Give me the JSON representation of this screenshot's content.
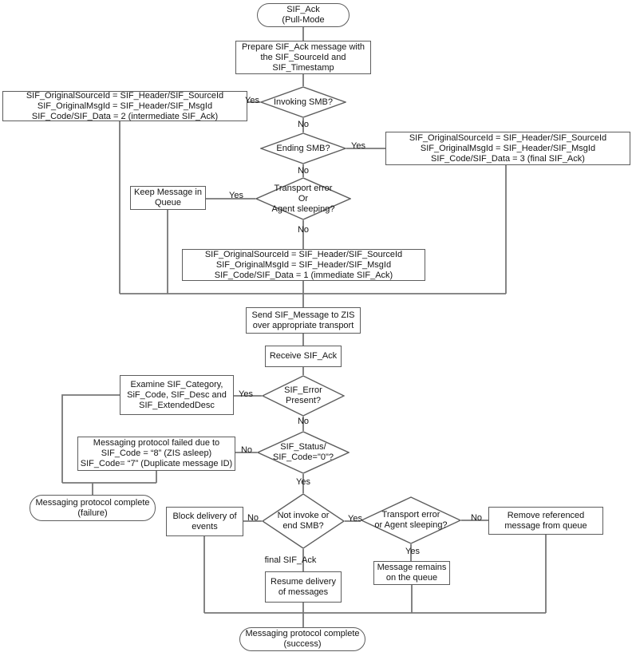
{
  "diagram_type": "flowchart",
  "colors": {
    "background": "#ffffff",
    "connector_line": "#777777",
    "shape_border": "#5d5d5d",
    "shape_fill": "#ffffff",
    "text": "#141414"
  },
  "labels": {
    "yes": "Yes",
    "no": "No",
    "final_ack": "final SIF_Ack"
  },
  "nodes": {
    "start": {
      "type": "terminator",
      "lines": [
        "SIF_Ack",
        "(Pull-Mode"
      ]
    },
    "prepare": {
      "type": "process",
      "lines": [
        "Prepare SIF_Ack message with",
        "the SIF_SourceId and",
        "SIF_Timestamp"
      ]
    },
    "invoking": {
      "type": "decision",
      "lines": [
        "Invoking SMB?"
      ]
    },
    "intermediate": {
      "type": "process",
      "lines": [
        "SIF_OriginalSourceId = SIF_Header/SIF_SourceId",
        "SIF_OriginalMsgId = SIF_Header/SIF_MsgId",
        "SIF_Code/SIF_Data = 2 (intermediate SIF_Ack)"
      ]
    },
    "ending": {
      "type": "decision",
      "lines": [
        "Ending SMB?"
      ]
    },
    "final": {
      "type": "process",
      "lines": [
        "SIF_OriginalSourceId = SIF_Header/SIF_SourceId",
        "SIF_OriginalMsgId = SIF_Header/SIF_MsgId",
        "SIF_Code/SIF_Data = 3 (final SIF_Ack)"
      ]
    },
    "transport1": {
      "type": "decision",
      "lines": [
        "Transport error",
        "Or",
        "Agent sleeping?"
      ]
    },
    "keep": {
      "type": "process",
      "lines": [
        "Keep Message in",
        "Queue"
      ]
    },
    "immediate": {
      "type": "process",
      "lines": [
        "SIF_OriginalSourceId = SIF_Header/SIF_SourceId",
        "SIF_OriginalMsgId = SIF_Header/SIF_MsgId",
        "SIF_Code/SIF_Data = 1 (immediate SIF_Ack)"
      ]
    },
    "send": {
      "type": "process",
      "lines": [
        "Send SIF_Message to ZIS",
        "over appropriate transport"
      ]
    },
    "receive": {
      "type": "process",
      "lines": [
        "Receive SIF_Ack"
      ]
    },
    "siferror": {
      "type": "decision",
      "lines": [
        "SIF_Error",
        "Present?"
      ]
    },
    "examine": {
      "type": "process",
      "lines": [
        "Examine SIF_Category,",
        "SiF_Code, SIF_Desc and",
        "SIF_ExtendedDesc"
      ]
    },
    "sifstatus": {
      "type": "decision",
      "lines": [
        "SIF_Status/",
        "SIF_Code=\"0\"?"
      ]
    },
    "failed": {
      "type": "process",
      "lines": [
        "Messaging protocol failed due to",
        "SIF_Code = “8” (ZIS asleep)",
        "SIF_Code= “7” (Duplicate message ID)"
      ]
    },
    "failure": {
      "type": "terminator",
      "lines": [
        "Messaging protocol complete",
        "(failure)"
      ]
    },
    "block": {
      "type": "process",
      "lines": [
        "Block delivery of",
        "events"
      ]
    },
    "notinvoke": {
      "type": "decision",
      "lines": [
        "Not invoke or",
        "end SMB?"
      ]
    },
    "transport2": {
      "type": "decision",
      "lines": [
        "Transport error",
        "or Agent sleeping?"
      ]
    },
    "remove": {
      "type": "process",
      "lines": [
        "Remove referenced",
        "message from queue"
      ]
    },
    "remains": {
      "type": "process",
      "lines": [
        "Message remains",
        "on the queue"
      ]
    },
    "resume": {
      "type": "process",
      "lines": [
        "Resume delivery",
        "of messages"
      ]
    },
    "success": {
      "type": "terminator",
      "lines": [
        "Messaging protocol complete",
        "(success)"
      ]
    }
  }
}
